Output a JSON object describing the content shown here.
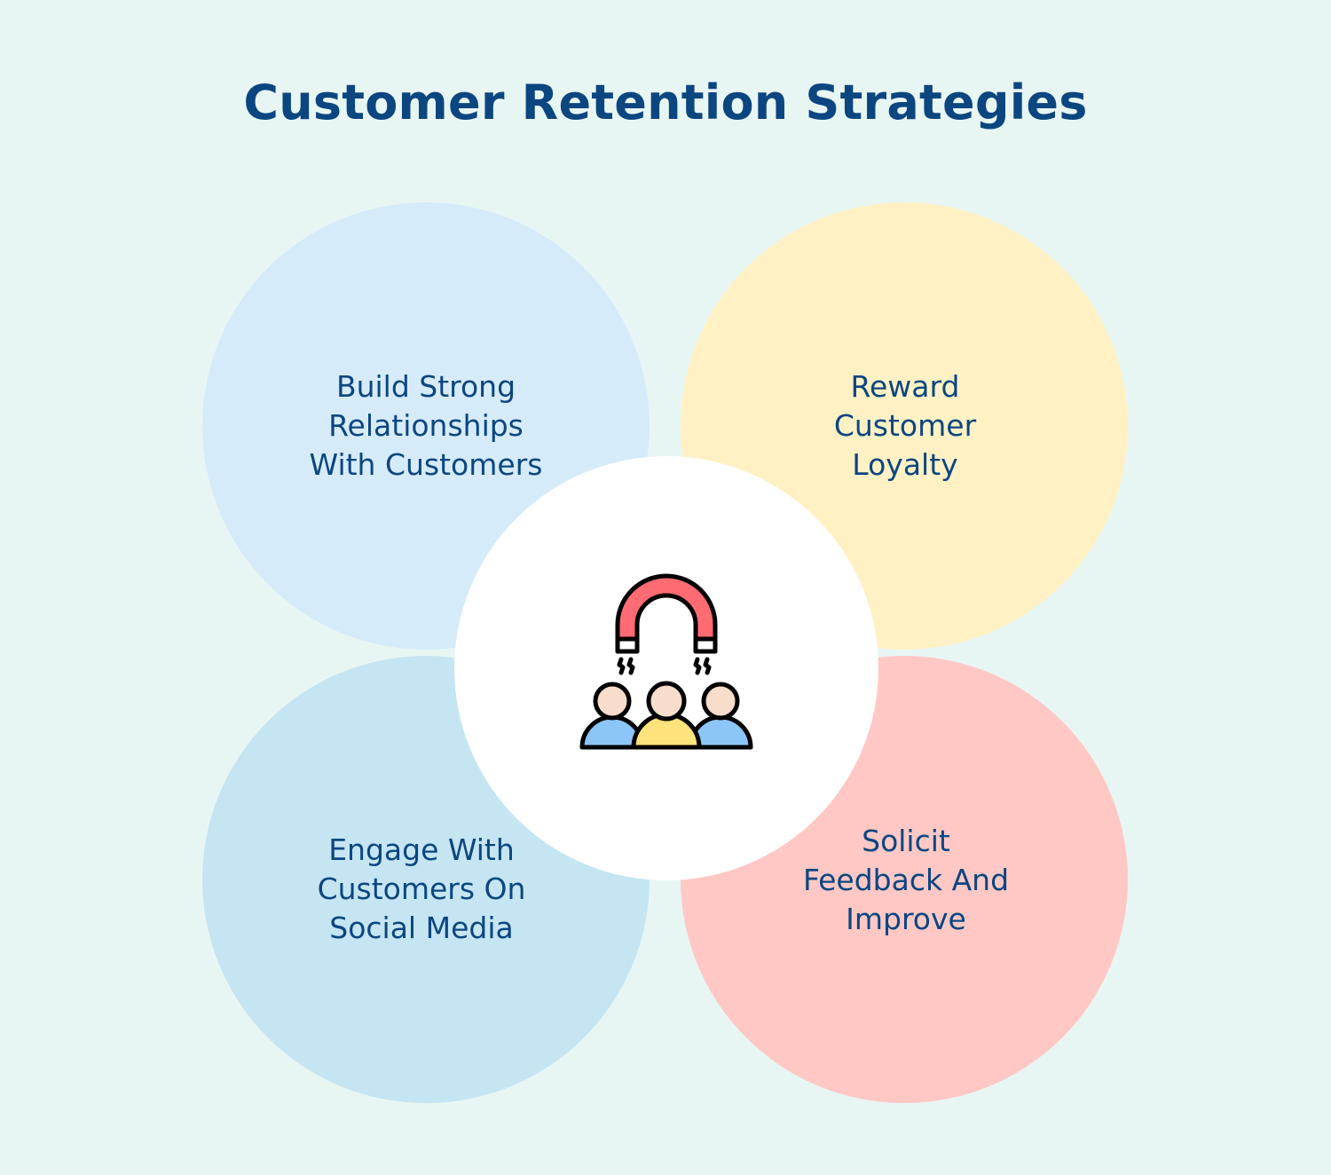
{
  "title": "Customer Retention Strategies",
  "colors": {
    "background": "#E8F6F3",
    "text": "#0B4680",
    "center": "#FFFFFF"
  },
  "strategies": [
    {
      "label": "Build Strong\nRelationships\nWith Customers",
      "color": "#D6EBFA"
    },
    {
      "label": "Reward\nCustomer\nLoyalty",
      "color": "#FFF1C4"
    },
    {
      "label": "Engage With\nCustomers On\nSocial Media",
      "color": "#C5E5F3"
    },
    {
      "label": "Solicit\nFeedback And\nImprove",
      "color": "#FFC8C5"
    }
  ],
  "center_icon": {
    "name": "magnet-attracting-customers-icon",
    "magnet_color": "#FF6B73",
    "head_color": "#F8DDCB",
    "body_side_color": "#8CC5F8",
    "body_middle_color": "#FFE27A"
  }
}
